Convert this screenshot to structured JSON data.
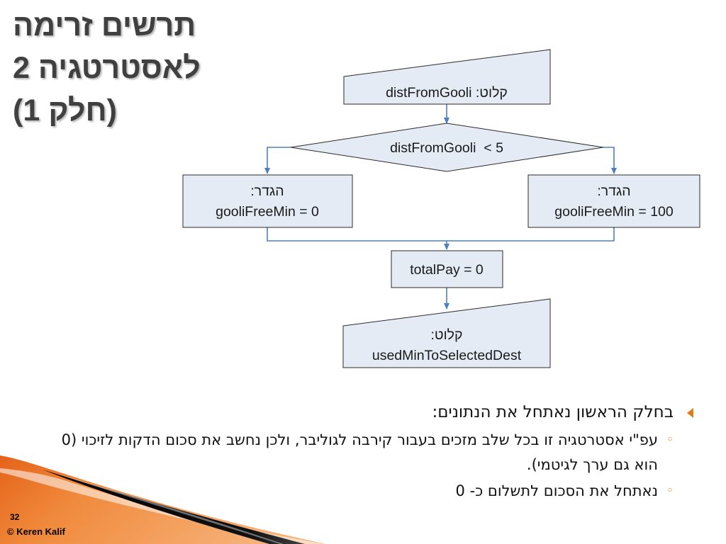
{
  "title": {
    "line1": "תרשים זרימה",
    "line2": "לאסטרטגיה 2",
    "line3": "(חלק 1)"
  },
  "flowchart": {
    "input1": {
      "label": "קלוט:",
      "value": "distFromGooli"
    },
    "decision": {
      "text": "distFromGooli  < 5"
    },
    "left_assign": {
      "label": "הגדר:",
      "value": "gooliFreeMin = 0"
    },
    "right_assign": {
      "label": "הגדר:",
      "value": "gooliFreeMin = 100"
    },
    "total_pay": {
      "text": "totalPay = 0"
    },
    "input2": {
      "label": "קלוט:",
      "value": "usedMinToSelectedDest"
    }
  },
  "bullets": {
    "main": "בחלק הראשון נאתחל את הנתונים:",
    "sub": [
      "עפ\"י אסטרטגיה זו בכל שלב מזכים בעבור קירבה לגוליבר, ולכן נחשב את סכום הדקות לזיכוי (0 הוא גם ערך לגיטמי).",
      "נאתחל את הסכום לתשלום כ- 0"
    ]
  },
  "footer": {
    "page_number": "32",
    "copyright": "© Keren Kalif"
  },
  "colors": {
    "shape_fill": "#e4ebf5",
    "shape_stroke": "#2b2b2b",
    "connector": "#4f7fc0",
    "title": "#404040",
    "bullet_marker": "#e07b1a"
  }
}
